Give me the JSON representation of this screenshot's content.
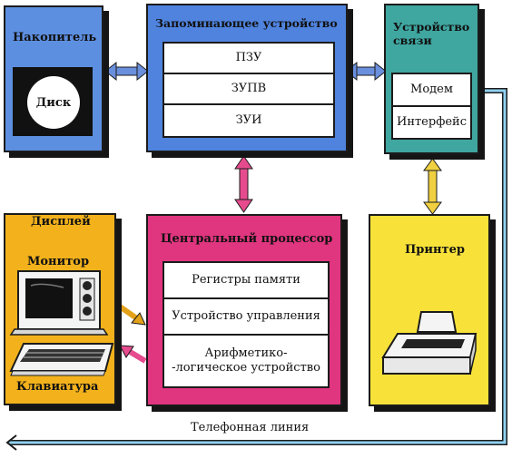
{
  "storage": {
    "title": "Накопитель",
    "disk_label": "Диск",
    "color": "#5d8fe0"
  },
  "memory": {
    "title": "Запоминающее устройство",
    "items": [
      "ПЗУ",
      "ЗУПВ",
      "ЗУИ"
    ],
    "color": "#4f83dd"
  },
  "comm": {
    "title": "Устройство\nсвязи",
    "items": [
      "Модем",
      "Интерфейс"
    ],
    "color": "#3fa6a0"
  },
  "display": {
    "title": "Дисплей",
    "monitor_label": "Монитор",
    "keyboard_label": "Клавиатура",
    "color": "#f3b21c"
  },
  "cpu": {
    "title": "Центральный процессор",
    "items": [
      "Регистры памяти",
      "Устройство управления",
      "Арифметико-\n-логическое устройство"
    ],
    "color": "#e0357f"
  },
  "printer": {
    "title": "Принтер",
    "color": "#f8e23a"
  },
  "phone_line": {
    "label": "Телефонная линия"
  },
  "colors": {
    "blue_arrow": "#6a8fdc",
    "pink_arrow": "#e64b8e",
    "yellow_arrow": "#f0d040",
    "line": "#3d9ac8"
  }
}
